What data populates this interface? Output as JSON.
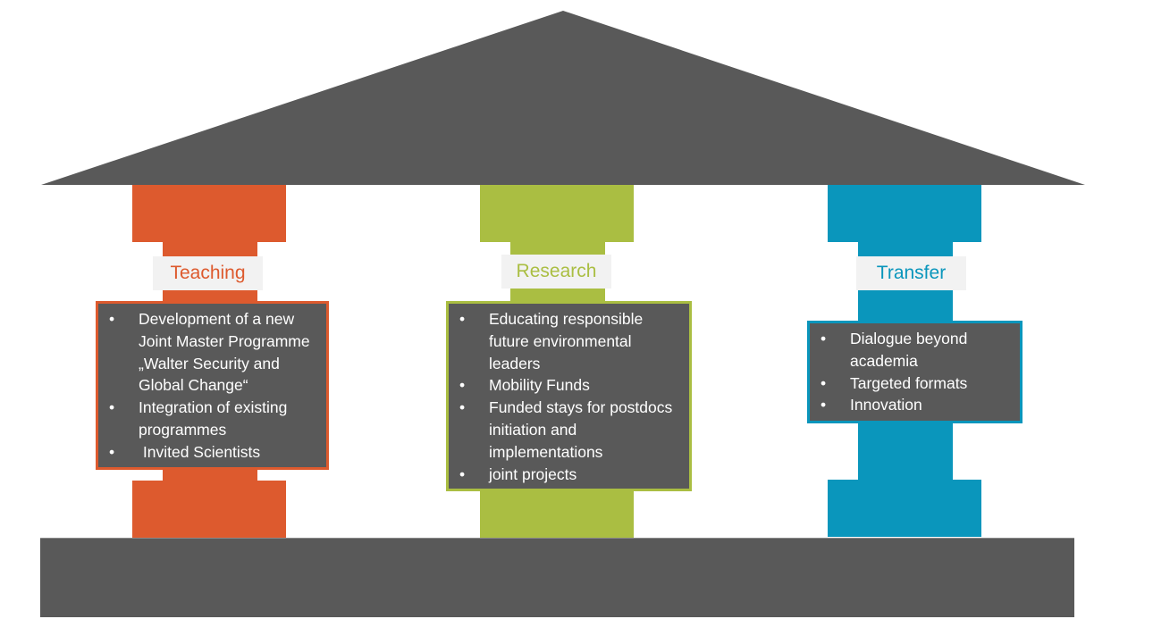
{
  "colors": {
    "roof": "#595959",
    "floor": "#595959",
    "teaching": "#dd5a2e",
    "research": "#aabe42",
    "transfer": "#0a96bc",
    "label_bg": "#f2f2f2",
    "info_bg": "#595959"
  },
  "pillars": [
    {
      "id": "teaching",
      "label": "Teaching",
      "bullet": "•",
      "items": [
        "Development of a new Joint Master Programme „Walter Security and Global Change“",
        "Integration of existing programmes",
        " Invited Scientists"
      ]
    },
    {
      "id": "research",
      "label": "Research",
      "bullet": "•",
      "items": [
        "Educating responsible future environmental leaders",
        "Mobility Funds",
        "Funded stays for postdocs initiation and implementations",
        "joint projects"
      ]
    },
    {
      "id": "transfer",
      "label": "Transfer",
      "bullet": "•",
      "items": [
        "Dialogue beyond academia",
        "Targeted formats",
        "Innovation"
      ]
    }
  ]
}
